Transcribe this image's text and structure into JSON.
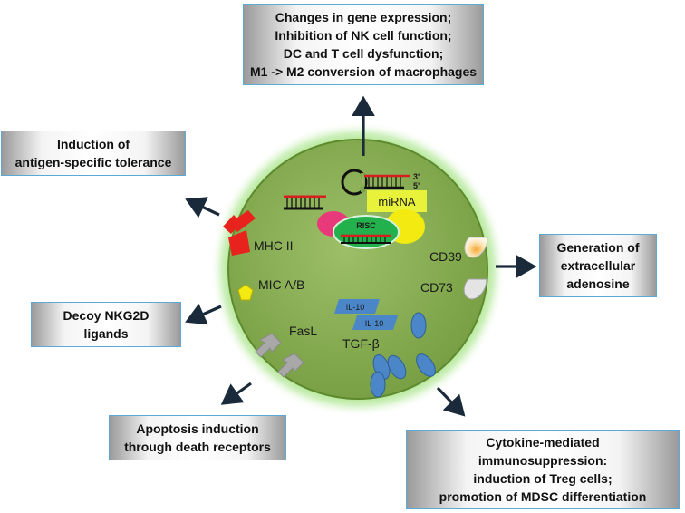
{
  "boxes": {
    "top": [
      "Changes in gene expression;",
      "Inhibition of NK cell function;",
      "DC and T cell dysfunction;",
      "M1 -> M2 conversion of macrophages"
    ],
    "tolerance": [
      "Induction of",
      "antigen-specific tolerance"
    ],
    "adenosine": [
      "Generation of",
      "extracellular",
      "adenosine"
    ],
    "decoy": [
      "Decoy NKG2D",
      "ligands"
    ],
    "apoptosis": [
      "Apoptosis induction",
      "through death receptors"
    ],
    "cytokine": [
      "Cytokine-mediated",
      "immunosuppression:",
      "induction of Treg cells;",
      "promotion of MDSC differentiation"
    ]
  },
  "labels": {
    "mirna": "miRNA",
    "three_prime": "3'",
    "five_prime": "5'",
    "risc": "RISC",
    "mhc": "MHC II",
    "mic": "MIC A/B",
    "cd39": "CD39",
    "cd73": "CD73",
    "fasl": "FasL",
    "il10": "IL-10",
    "tgf": "TGF-β"
  },
  "colors": {
    "box_border": "#5aa9d6",
    "cell_fill": "#86ad52",
    "cell_glow": "#7fd34a",
    "arrow": "#1b2a3a",
    "mhc": "#e8221c",
    "mic": "#f3ea12",
    "risc_oval": "#22b14c",
    "mirna_box": "#e9f23a",
    "rna_strand": "#d62020",
    "il10": "#4a86c8",
    "tgf": "#4a86c8",
    "fasl": "#a8a8a8"
  }
}
